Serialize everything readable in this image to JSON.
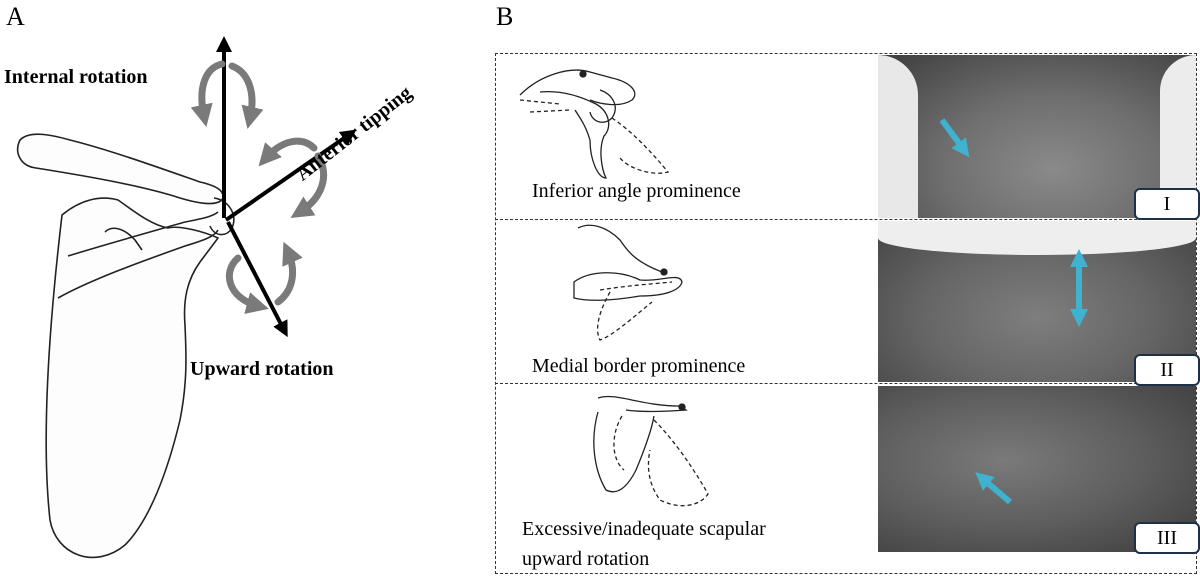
{
  "panel_a": {
    "letter": "A",
    "labels": {
      "internal_rotation": "Internal rotation",
      "anterior_tipping": "Anterior tipping",
      "upward_rotation": "Upward rotation"
    }
  },
  "panel_b": {
    "letter": "B",
    "rows": [
      {
        "caption": "Inferior angle prominence",
        "badge": "I"
      },
      {
        "caption": "Medial border prominence",
        "badge": "II"
      },
      {
        "caption_lines": [
          "Excessive/inadequate scapular",
          "upward rotation"
        ],
        "badge": "III"
      }
    ]
  },
  "colors": {
    "axis_arrow": "#000000",
    "rotation_arrow": "#7a7a7a",
    "indicator_arrow": "#3fb2cf",
    "badge_border": "#1e2f48"
  }
}
